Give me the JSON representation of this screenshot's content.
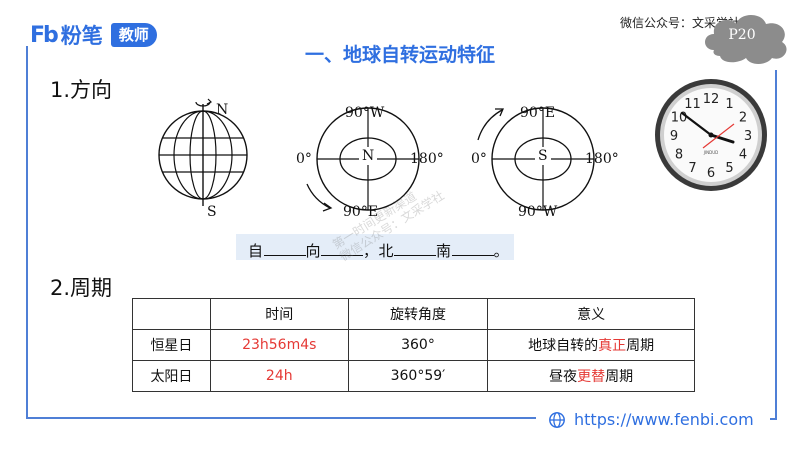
{
  "header": {
    "logo_mark": "Fb",
    "brand": "粉笔",
    "badge": "教师",
    "wechat": "微信公众号：文采学社",
    "page_number": "P20"
  },
  "title": "一、地球自转运动特征",
  "section_direction": {
    "heading": "1.方向",
    "globe_labels": {
      "north": "N",
      "south": "S"
    },
    "north_view": {
      "top": "90°W",
      "left": "0°",
      "right": "180°",
      "bottom": "90°E",
      "pole": "N"
    },
    "south_view": {
      "top": "90°E",
      "left": "0°",
      "right": "180°",
      "bottom": "90°W",
      "pole": "S"
    },
    "fill_in": {
      "p1": "自",
      "p2": "向",
      "p3": "，北",
      "p4": "南",
      "p5": "。"
    }
  },
  "clock": {
    "numerals": [
      "12",
      "1",
      "2",
      "3",
      "4",
      "5",
      "6",
      "7",
      "8",
      "9",
      "10",
      "11"
    ],
    "brand": "JINDUD"
  },
  "section_period": {
    "heading": "2.周期",
    "headers": [
      "",
      "时间",
      "旋转角度",
      "意义"
    ],
    "rows": [
      {
        "name": "恒星日",
        "time": "23h56m4s",
        "angle": "360°",
        "meaning_a": "地球自转的",
        "meaning_hl": "真正",
        "meaning_b": "周期"
      },
      {
        "name": "太阳日",
        "time": "24h",
        "angle": "360°59′",
        "meaning_a": "昼夜",
        "meaning_hl": "更替",
        "meaning_b": "周期"
      }
    ]
  },
  "footer": {
    "url": "https://www.fenbi.com"
  },
  "watermark": {
    "line1": "第一时间更新渠道",
    "line2": "微信公众号：文采学社"
  },
  "colors": {
    "accent": "#2f6fe0",
    "highlight": "#e53935",
    "fill_bg": "#e4edf8"
  }
}
